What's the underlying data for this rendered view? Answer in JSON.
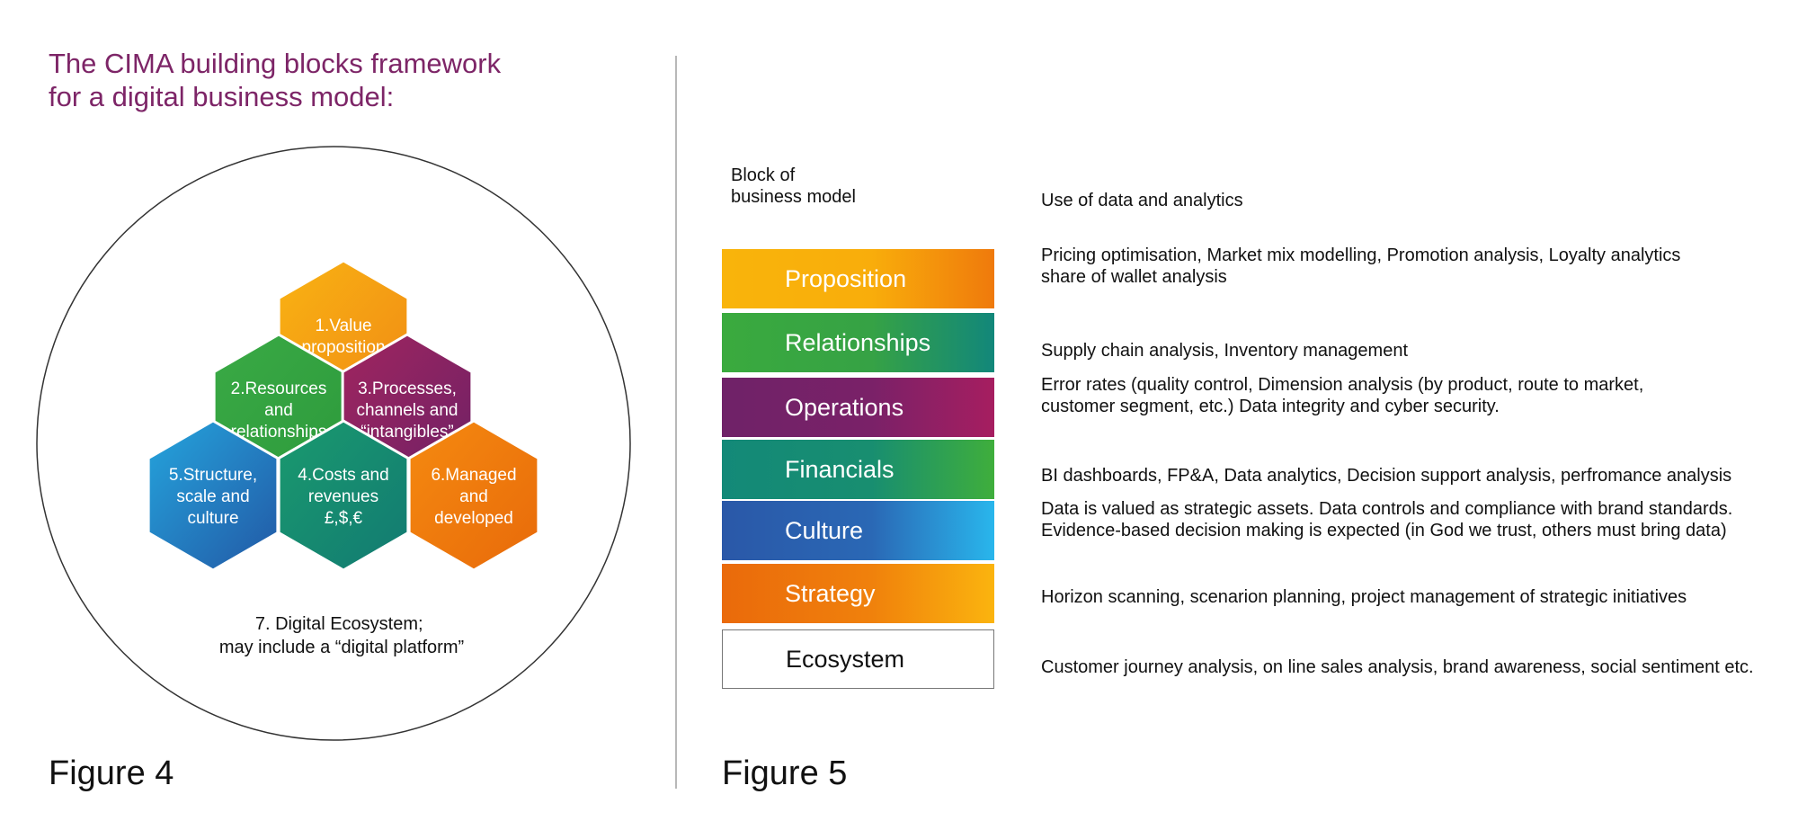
{
  "figure4": {
    "title_lines": [
      "The CIMA building blocks framework",
      "for a digital business model:"
    ],
    "label": "Figure 4",
    "blocks": [
      {
        "lines": [
          "1.Value",
          "proposition"
        ],
        "color_a": "#f9b313",
        "color_b": "#f08a14"
      },
      {
        "lines": [
          "2.Resources",
          "and",
          "relationships"
        ],
        "color_a": "#3aaa45",
        "color_b": "#2d9a3c"
      },
      {
        "lines": [
          "3.Processes,",
          "channels and",
          "“intangibles”"
        ],
        "color_a": "#a0255f",
        "color_b": "#6e2166"
      },
      {
        "lines": [
          "5.Structure,",
          "scale and",
          "culture"
        ],
        "color_a": "#25a5dd",
        "color_b": "#2258a5"
      },
      {
        "lines": [
          "4.Costs and",
          "revenues",
          "£,$,€"
        ],
        "color_a": "#1a9a6e",
        "color_b": "#127a72"
      },
      {
        "lines": [
          "6.Managed",
          "and",
          "developed"
        ],
        "color_a": "#f58a10",
        "color_b": "#e86a0a"
      }
    ],
    "ecosystem_lines": [
      "7. Digital Ecosystem;",
      "may include a “digital platform”"
    ]
  },
  "figure5": {
    "label": "Figure 5",
    "column_block_lines": [
      "Block of",
      "business model"
    ],
    "column_use": "Use of data and analytics",
    "rows": [
      {
        "block": "Proposition",
        "grad": [
          "#f9b40b",
          "#f9ad0b",
          "#ef7a0c"
        ],
        "desc": [
          "Pricing optimisation, Market mix modelling, Promotion analysis, Loyalty analytics",
          "share of wallet analysis"
        ]
      },
      {
        "block": "Relationships",
        "grad": [
          "#3aaa3e",
          "#36a245",
          "#12877a"
        ],
        "desc": [
          "Supply chain analysis, Inventory management"
        ]
      },
      {
        "block": "Operations",
        "grad": [
          "#6f2268",
          "#7a2168",
          "#a61e60"
        ],
        "desc": [
          "Error rates (quality control, Dimension analysis (by product, route to market,",
          "customer segment, etc.) Data integrity and cyber security."
        ]
      },
      {
        "block": "Financials",
        "grad": [
          "#138978",
          "#188e70",
          "#3fae3c"
        ],
        "desc": [
          "BI dashboards, FP&A, Data analytics, Decision support analysis, perfromance analysis"
        ]
      },
      {
        "block": "Culture",
        "grad": [
          "#2a58a8",
          "#2a68b5",
          "#29b6ec"
        ],
        "desc": [
          "Data is valued as strategic assets. Data controls and compliance with brand standards.",
          "Evidence-based decision making is expected (in God we trust, others must bring data)"
        ]
      },
      {
        "block": "Strategy",
        "grad": [
          "#ea6a0b",
          "#f0810c",
          "#fbb40e"
        ],
        "desc": [
          "Horizon scanning, scenarion planning, project management of strategic initiatives"
        ]
      },
      {
        "block": "Ecosystem",
        "grad": null,
        "desc": [
          "Customer journey analysis, on line sales analysis, brand awareness, social sentiment etc."
        ]
      }
    ]
  }
}
